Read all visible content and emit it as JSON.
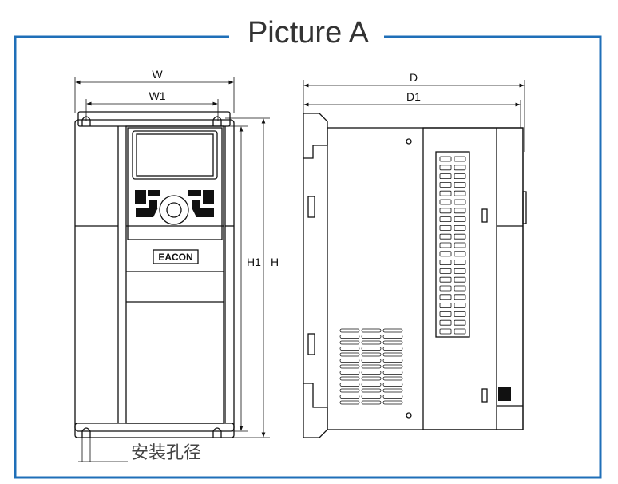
{
  "title": "Picture A",
  "colors": {
    "frame": "#1f6fb8",
    "line": "#111111"
  },
  "front_view": {
    "dim_width": "W",
    "dim_width_mount": "W1",
    "dim_height_mount": "H1",
    "dim_height": "H",
    "logo": "EACON",
    "mount_hole_label": "安装孔径"
  },
  "side_view": {
    "dim_depth": "D",
    "dim_depth_mount": "D1"
  }
}
